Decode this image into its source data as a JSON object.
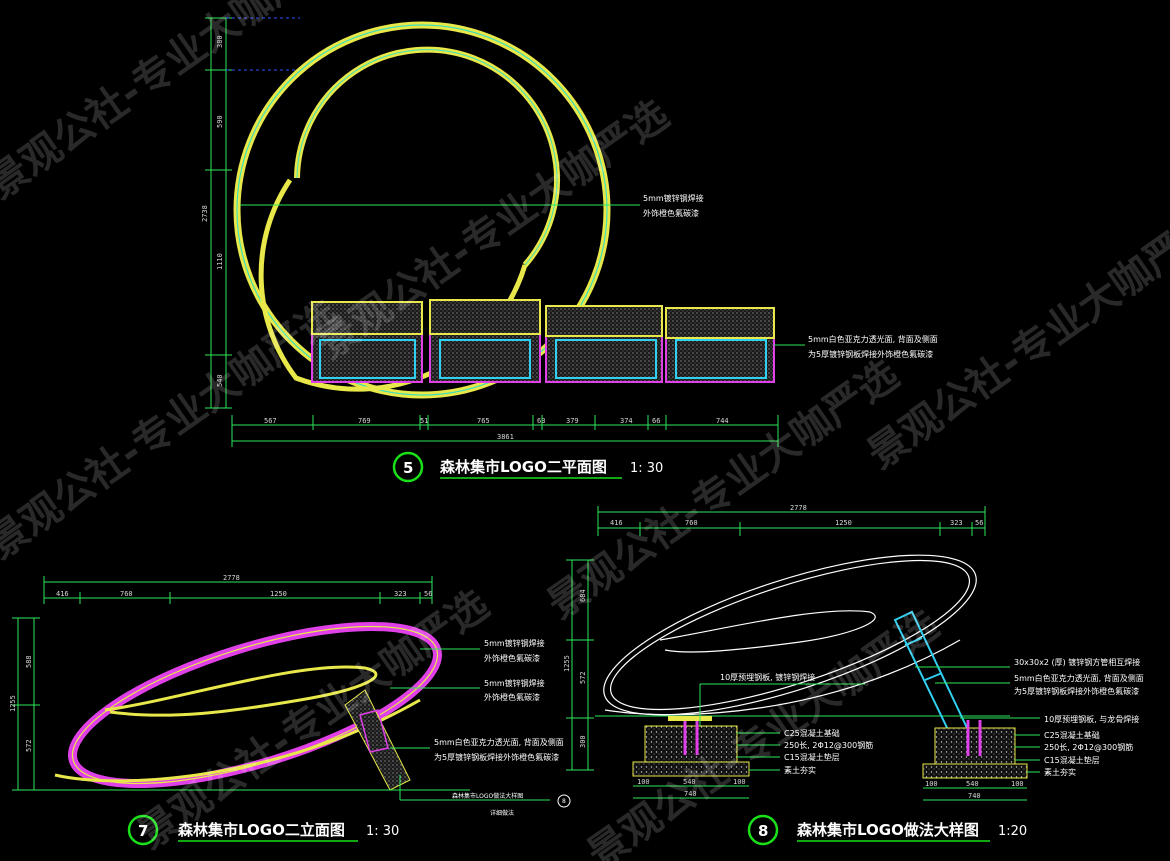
{
  "views": [
    {
      "number": "5",
      "title": "森林集市LOGO二平面图",
      "scale": "1: 30"
    },
    {
      "number": "7",
      "title": "森林集市LOGO二立面图",
      "scale": "1: 30"
    },
    {
      "number": "8",
      "title": "森林集市LOGO做法大样图",
      "scale": "1:20"
    }
  ],
  "plan": {
    "dims_bottom": [
      "567",
      "769",
      "51",
      "765",
      "63",
      "379",
      "374",
      "66",
      "744"
    ],
    "dim_total": "3861",
    "dims_left": [
      "380",
      "590",
      "1110",
      "540"
    ],
    "dim_left_total": "2738",
    "notes": [
      "5mm镀锌钢焊接",
      "外饰橙色氟碳漆",
      "5mm白色亚克力透光面, 背面及侧面",
      "为5厚镀锌钢板焊接外饰橙色氟碳漆"
    ]
  },
  "elevation": {
    "dims_top": [
      "416",
      "760",
      "1250",
      "323",
      "56"
    ],
    "dim_top_total": "2778",
    "dims_left": [
      "588",
      "572"
    ],
    "dim_left_total": "1255",
    "notes": [
      "5mm镀锌钢焊接",
      "外饰橙色氟碳漆",
      "5mm镀锌钢焊接",
      "外饰橙色氟碳漆",
      "5mm白色亚克力透光面, 背面及侧面",
      "为5厚镀锌钢板焊接外饰橙色氟碳漆"
    ],
    "ref_label": "森林集市LOGO做法大样图",
    "ref_number": "8",
    "ref_sub": "详细做法"
  },
  "detail": {
    "dims_top": [
      "416",
      "760",
      "1250",
      "323",
      "56"
    ],
    "dim_top_total": "2778",
    "dims_left": [
      "684",
      "572",
      "300"
    ],
    "dim_left_total": "1255",
    "dims_bottom_left": [
      "100",
      "540",
      "100"
    ],
    "dim_bottom_left_total": "740",
    "dims_bottom_right": [
      "100",
      "540",
      "100"
    ],
    "dim_bottom_right_total": "740",
    "notes_mid": [
      "10厚预埋钢板, 镀锌钢焊接"
    ],
    "notes_left": [
      "C25混凝土基础",
      "250长, 2Φ12@300钢筋",
      "C15混凝土垫层",
      "素土夯实"
    ],
    "notes_right": [
      "30x30x2 (厚) 镀锌钢方管相互焊接",
      "5mm白色亚克力透光面, 背面及侧面",
      "为5厚镀锌钢板焊接外饰橙色氟碳漆",
      "10厚预埋钢板, 与龙骨焊接",
      "C25混凝土基础",
      "250长, 2Φ12@300钢筋",
      "C15混凝土垫层",
      "素土夯实"
    ]
  },
  "watermark": "景观公社-专业大咖严选",
  "colors": {
    "ring": "#e8e84a",
    "ring_inner": "#3fe0b8",
    "magenta": "#e040e8",
    "cyan": "#30d0f0",
    "badge_ring": "#19e019",
    "dim_line": "#2ee85a"
  }
}
